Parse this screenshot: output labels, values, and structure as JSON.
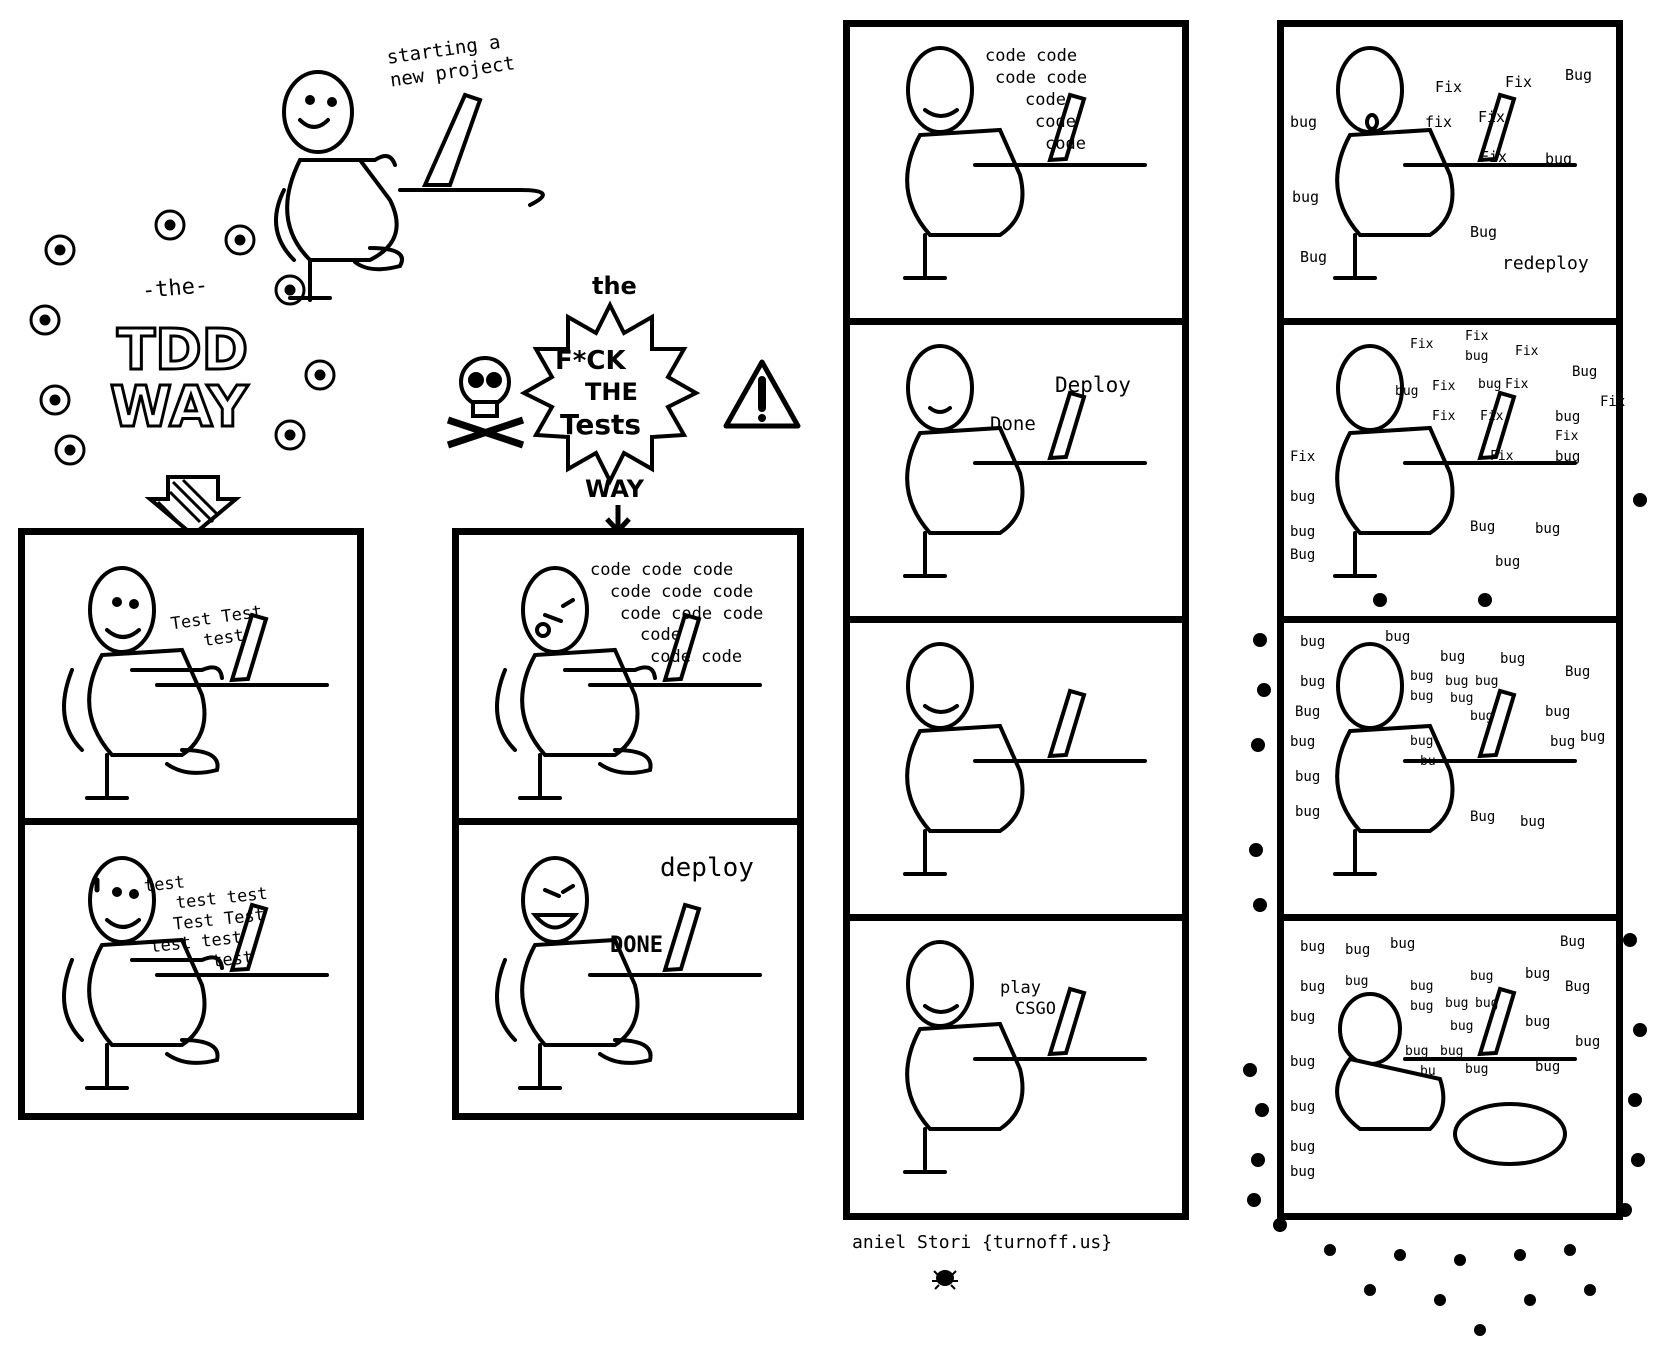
{
  "intro": {
    "speech": [
      "starting a",
      "new project"
    ]
  },
  "tdd": {
    "title_small": "-the-",
    "title_main": [
      "TDD",
      "WAY"
    ],
    "panel1_text": [
      "Test Test",
      "test"
    ],
    "panel2_text": [
      "test",
      "test test",
      "Test Test",
      "test test",
      "test"
    ]
  },
  "ftt": {
    "title_top": "the",
    "title_main": [
      "F*CK",
      "THE",
      "Tests"
    ],
    "title_bottom": "WAY",
    "panel1_text": [
      "code code code",
      "code code code",
      "code code code",
      "code",
      "code code"
    ],
    "panel2_text": {
      "deploy": "deploy",
      "done": "DONE"
    }
  },
  "middle": {
    "panel1_text": [
      "code code",
      "code code",
      "code",
      "code",
      "code"
    ],
    "panel2_text": {
      "done": "Done",
      "deploy": "Deploy"
    },
    "panel4_text": [
      "play",
      "CSGO"
    ],
    "credit": "aniel Stori {turnoff.us}"
  },
  "right": {
    "panel1_text": {
      "fix": [
        "Fix",
        "Fix",
        "fix",
        "Fix",
        "Fix"
      ],
      "bug": [
        "Bug",
        "bug",
        "bug",
        "bug",
        "Bug",
        "Bug"
      ],
      "redeploy": "redeploy"
    },
    "panel2_text": {
      "fix": [
        "Fix",
        "Fix",
        "bug",
        "Fix",
        "Fix",
        "bug",
        "Fix",
        "bug",
        "Fix",
        "Fix",
        "Fix",
        "Fix"
      ],
      "bug": [
        "Bug",
        "Fix",
        "bug",
        "Fix",
        "bug",
        "bug",
        "bug",
        "Bug",
        "Bug",
        "bug",
        "bug"
      ]
    },
    "panel3_text": [
      "bug",
      "bug",
      "bug",
      "bug",
      "Bug",
      "bug",
      "bug",
      "bug",
      "bug",
      "bug",
      "bug",
      "Bug",
      "bug",
      "bug",
      "bug",
      "bug",
      "bug",
      "bu",
      "bug",
      "bug",
      "Bug",
      "bug",
      "bug"
    ],
    "panel4_text": [
      "bug",
      "bug",
      "bug",
      "bug",
      "bug",
      "bug",
      "bug",
      "bug",
      "Bug",
      "bug",
      "bug",
      "bug",
      "bug",
      "bug",
      "bug",
      "bug",
      "bug",
      "bug",
      "bug",
      "bu",
      "bug",
      "bug",
      "bug",
      "bug",
      "Bug",
      "bug"
    ]
  }
}
